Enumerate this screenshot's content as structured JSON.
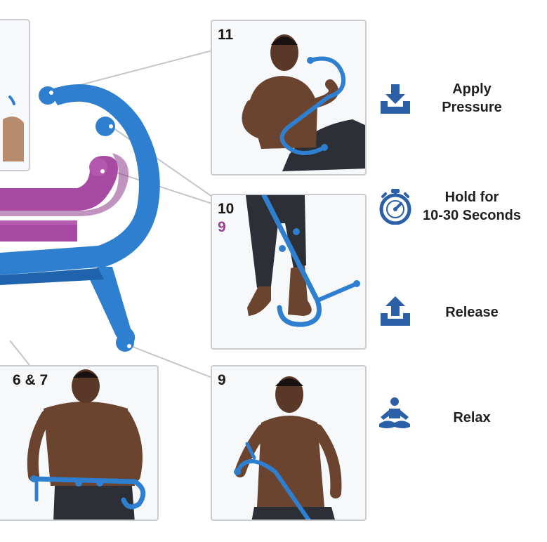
{
  "panels": {
    "top": {
      "number": "11"
    },
    "middle": {
      "number_primary": "10",
      "number_secondary": "9"
    },
    "bottom_right": {
      "number": "9"
    },
    "bottom_left": {
      "number": "6 & 7"
    }
  },
  "steps": [
    {
      "icon": "download-arrow-icon",
      "line1": "Apply",
      "line2": "Pressure"
    },
    {
      "icon": "stopwatch-icon",
      "line1": "Hold for",
      "line2": "10-30 Seconds"
    },
    {
      "icon": "upload-arrow-icon",
      "line1": "Release",
      "line2": ""
    },
    {
      "icon": "meditation-icon",
      "line1": "Relax",
      "line2": ""
    }
  ],
  "colors": {
    "tool_blue": "#2f7fd1",
    "tool_blue_dark": "#1f63ad",
    "tool_purple": "#a84aa3",
    "icon_blue": "#2b5fa8",
    "label_purple": "#9b3f93",
    "panel_border": "#c9ccd1",
    "connector": "#c2c5ca",
    "skin": "#6b4430"
  }
}
